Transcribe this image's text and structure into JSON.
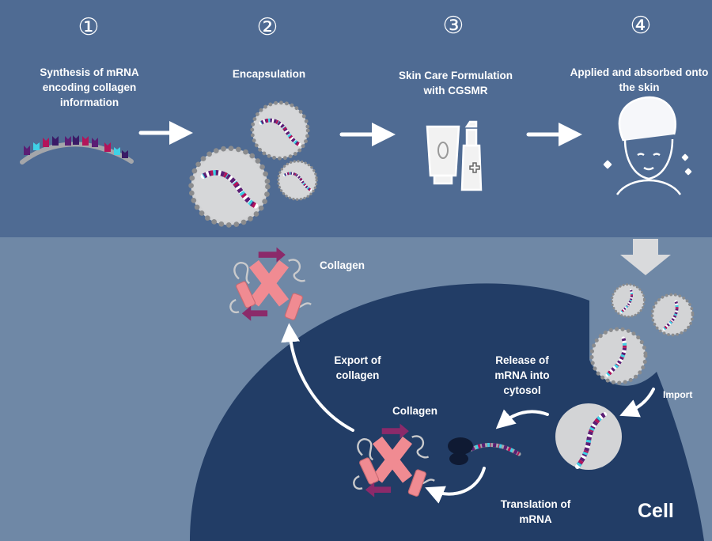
{
  "steps": [
    {
      "number": "①",
      "label": "Synthesis of mRNA encoding collagen information"
    },
    {
      "number": "②",
      "label": "Encapsulation"
    },
    {
      "number": "③",
      "label": "Skin Care Formulation with CGSMR"
    },
    {
      "number": "④",
      "label": "Applied and absorbed onto the skin"
    }
  ],
  "cell": {
    "title": "Cell",
    "collagen_outside": "Collagen",
    "export": "Export of collagen",
    "release": "Release of mRNA into cytosol",
    "import": "Import",
    "collagen_inside": "Collagen",
    "translation": "Translation of mRNA"
  },
  "colors": {
    "top_panel": "#4f6b93",
    "bottom_panel": "#6f88a6",
    "cell_body": "#223d66",
    "vesicle_fill": "#d3d4d6",
    "vesicle_dots": "#8b8c8e",
    "base_purple": "#5b1e74",
    "base_magenta": "#b3145a",
    "base_cyan": "#3fd1e6",
    "collagen_pink": "#f08b92",
    "collagen_purple": "#8b2a6a"
  },
  "icons": [
    "mrna-strand",
    "lipid-nanoparticle",
    "skincare-tube-bottle",
    "face-towel",
    "ribosome",
    "collagen-protein",
    "arrow-right",
    "arrow-down"
  ]
}
